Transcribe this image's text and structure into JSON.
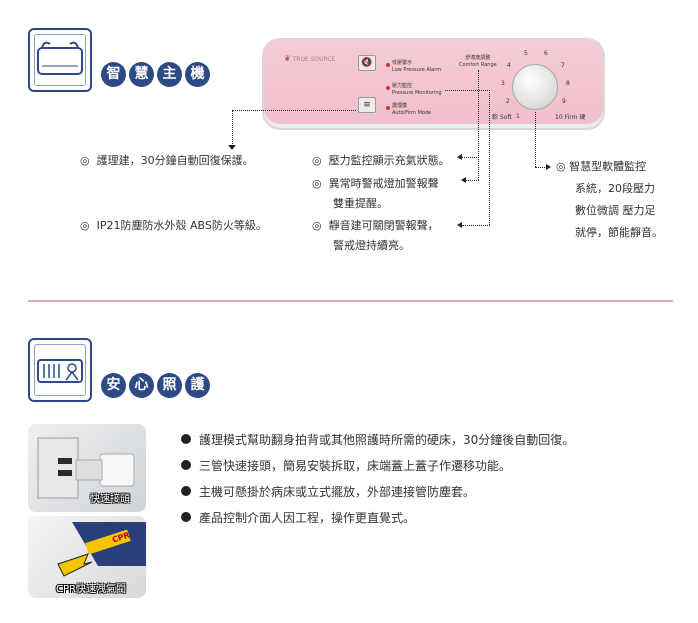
{
  "smart_host": {
    "title_chars": [
      "智",
      "慧",
      "主",
      "機"
    ],
    "panel": {
      "brand": "TRUE SOURCE",
      "low_pressure_alarm_zh": "低壓警示",
      "low_pressure_alarm_en": "Low Pressure Alarm",
      "comfort_range_zh": "舒適度調整",
      "comfort_range_en": "Comfort Range",
      "pressure_monitoring_zh": "壓力監控",
      "pressure_monitoring_en": "Pressure Monitoring",
      "auto_firm_zh": "護理模",
      "auto_firm_en": "Auto/Firm Mode",
      "soft_label": "軟 Soft",
      "firm_label": "10 Firm 硬",
      "dial_numbers": [
        "1",
        "2",
        "3",
        "4",
        "5",
        "6",
        "7",
        "8",
        "9"
      ]
    },
    "features_left": [
      "護理建，30分鐘自動回復保護。",
      "IP21防塵防水外殼 ABS防火等級。"
    ],
    "features_mid": [
      "壓力監控顯示充氣狀態。",
      "異常時警戒燈加警報聲",
      "雙重提醒。",
      "靜音建可關閉警報聲，",
      "警戒燈持續亮。"
    ],
    "features_right": [
      "智慧型軟體監控",
      "系統，20段壓力",
      "數位微調 壓力足",
      "就停，節能靜音。"
    ],
    "ring_bullet": "◎"
  },
  "care": {
    "title_chars": [
      "安",
      "心",
      "照",
      "護"
    ],
    "photo1_label": "快速接頭",
    "photo2_label": "CPR快速洩氣閥",
    "cpr_tag": "CPR",
    "bullets": [
      "護理模式幫助翻身拍背或其他照護時所需的硬床，30分鐘後自動回復。",
      "三管快速接頭，簡易安裝拆取，床端蓋上蓋子作遷移功能。",
      "主機可懸掛於病床或立式擺放，外部連接管防塵套。",
      "產品控制介面人因工程，操作更直覺式。"
    ]
  },
  "colors": {
    "accent_blue": "#2d4a86",
    "divider_pink": "#e9a2c3",
    "panel_pink": "#f2bfc9"
  }
}
